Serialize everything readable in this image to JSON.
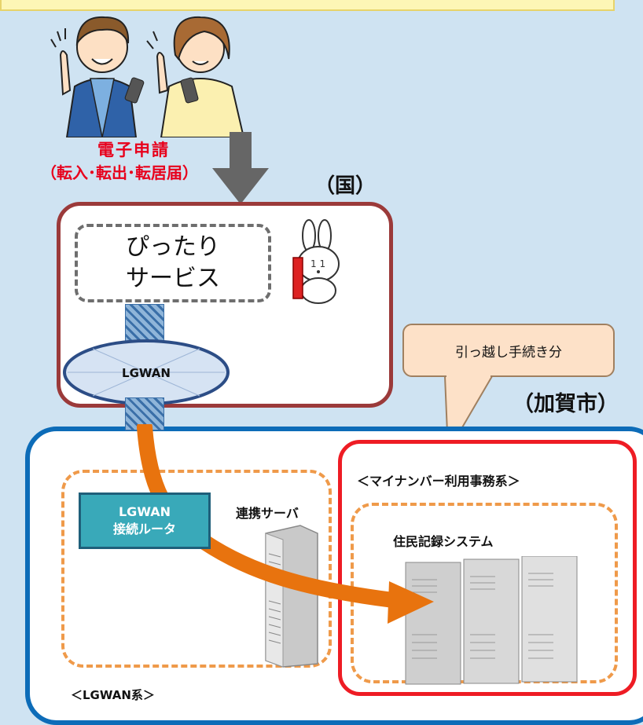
{
  "applicant": {
    "line1": "電子申請",
    "line2": "（転入･転出･転居届）"
  },
  "national": {
    "label": "（国）",
    "service_line1": "ぴったり",
    "service_line2": "サービス",
    "network": "LGWAN"
  },
  "callout": {
    "text": "引っ越し手続き分"
  },
  "city": {
    "label": "（加賀市）",
    "router_line1": "LGWAN",
    "router_line2": "接続ルータ",
    "relay_server": "連携サーバ",
    "lgwan_zone": "＜LGWAN系＞",
    "mynumber_zone": "＜マイナンバー利用事務系＞",
    "resident_system": "住民記録システム"
  },
  "colors": {
    "background": "#cfe3f2",
    "national_border": "#9b3a3a",
    "city_border": "#0d6cb8",
    "mynumber_border": "#ee1c24",
    "dashed_zone": "#ef9a4a",
    "flow_arrow": "#e8730e",
    "applicant_text": "#e8001c"
  },
  "icons": [
    "people-with-smartphones",
    "down-arrow-icon",
    "mascot-rabbit-icon",
    "server-icon"
  ]
}
